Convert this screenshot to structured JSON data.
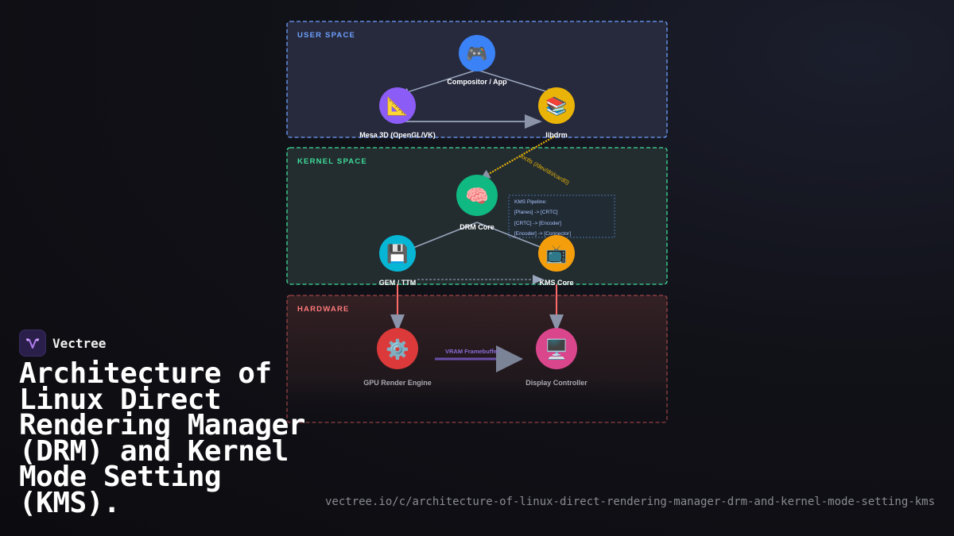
{
  "brand": {
    "name": "Vectree"
  },
  "title": "Architecture of Linux Direct Rendering Manager (DRM) and Kernel Mode Setting (KMS).",
  "url": "vectree.io/c/architecture-of-linux-direct-rendering-manager-drm-and-kernel-mode-setting-kms",
  "layers": {
    "user": {
      "label": "USER SPACE",
      "color": "#6ea0ff"
    },
    "kernel": {
      "label": "KERNEL SPACE",
      "color": "#3ddc97"
    },
    "hardware": {
      "label": "HARDWARE",
      "color": "#ff6b6b"
    }
  },
  "nodes": {
    "compositor": {
      "label": "Compositor / App",
      "icon": "gamepad-icon",
      "glyph": "🎮",
      "color": "#3b82f6"
    },
    "mesa": {
      "label": "Mesa 3D (OpenGL/VK)",
      "icon": "triangle-ruler-icon",
      "glyph": "📐",
      "color": "#8b5cf6"
    },
    "libdrm": {
      "label": "libdrm",
      "icon": "books-icon",
      "glyph": "📚",
      "color": "#eab308"
    },
    "drm_core": {
      "label": "DRM Core",
      "icon": "brain-icon",
      "glyph": "🧠",
      "color": "#10b981"
    },
    "gem_ttm": {
      "label": "GEM / TTM",
      "icon": "floppy-disk-icon",
      "glyph": "💾",
      "color": "#06b6d4"
    },
    "kms_core": {
      "label": "KMS Core",
      "icon": "television-icon",
      "glyph": "📺",
      "color": "#f59e0b"
    },
    "gpu": {
      "label": "GPU Render Engine",
      "icon": "gear-icon",
      "glyph": "⚙️",
      "color": "#dc3a3a"
    },
    "display": {
      "label": "Display Controller",
      "icon": "monitor-icon",
      "glyph": "🖥️",
      "color": "#d9468c"
    }
  },
  "edges": {
    "ioctls": {
      "label": "ioctls (/dev/dri/card0)"
    },
    "vram": {
      "label": "VRAM Framebuffer"
    }
  },
  "kms_pipeline": {
    "lines": [
      "KMS Pipeline:",
      "[Planes] -> [CRTC]",
      "[CRTC] -> [Encoder]",
      "[Encoder] -> [Connector]"
    ]
  }
}
